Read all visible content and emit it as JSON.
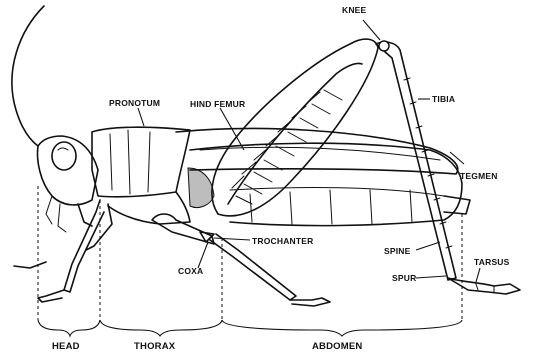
{
  "labels": {
    "knee": "KNEE",
    "tibia": "TIBIA",
    "pronotum": "PRONOTUM",
    "hind_femur": "HIND FEMUR",
    "tegmen": "TEGMEN",
    "trochanter": "TROCHANTER",
    "coxa": "COXA",
    "spine": "SPINE",
    "spur": "SPUR",
    "tarsus": "TARSUS",
    "head": "HEAD",
    "thorax": "THORAX",
    "abdomen": "ABDOMEN"
  }
}
